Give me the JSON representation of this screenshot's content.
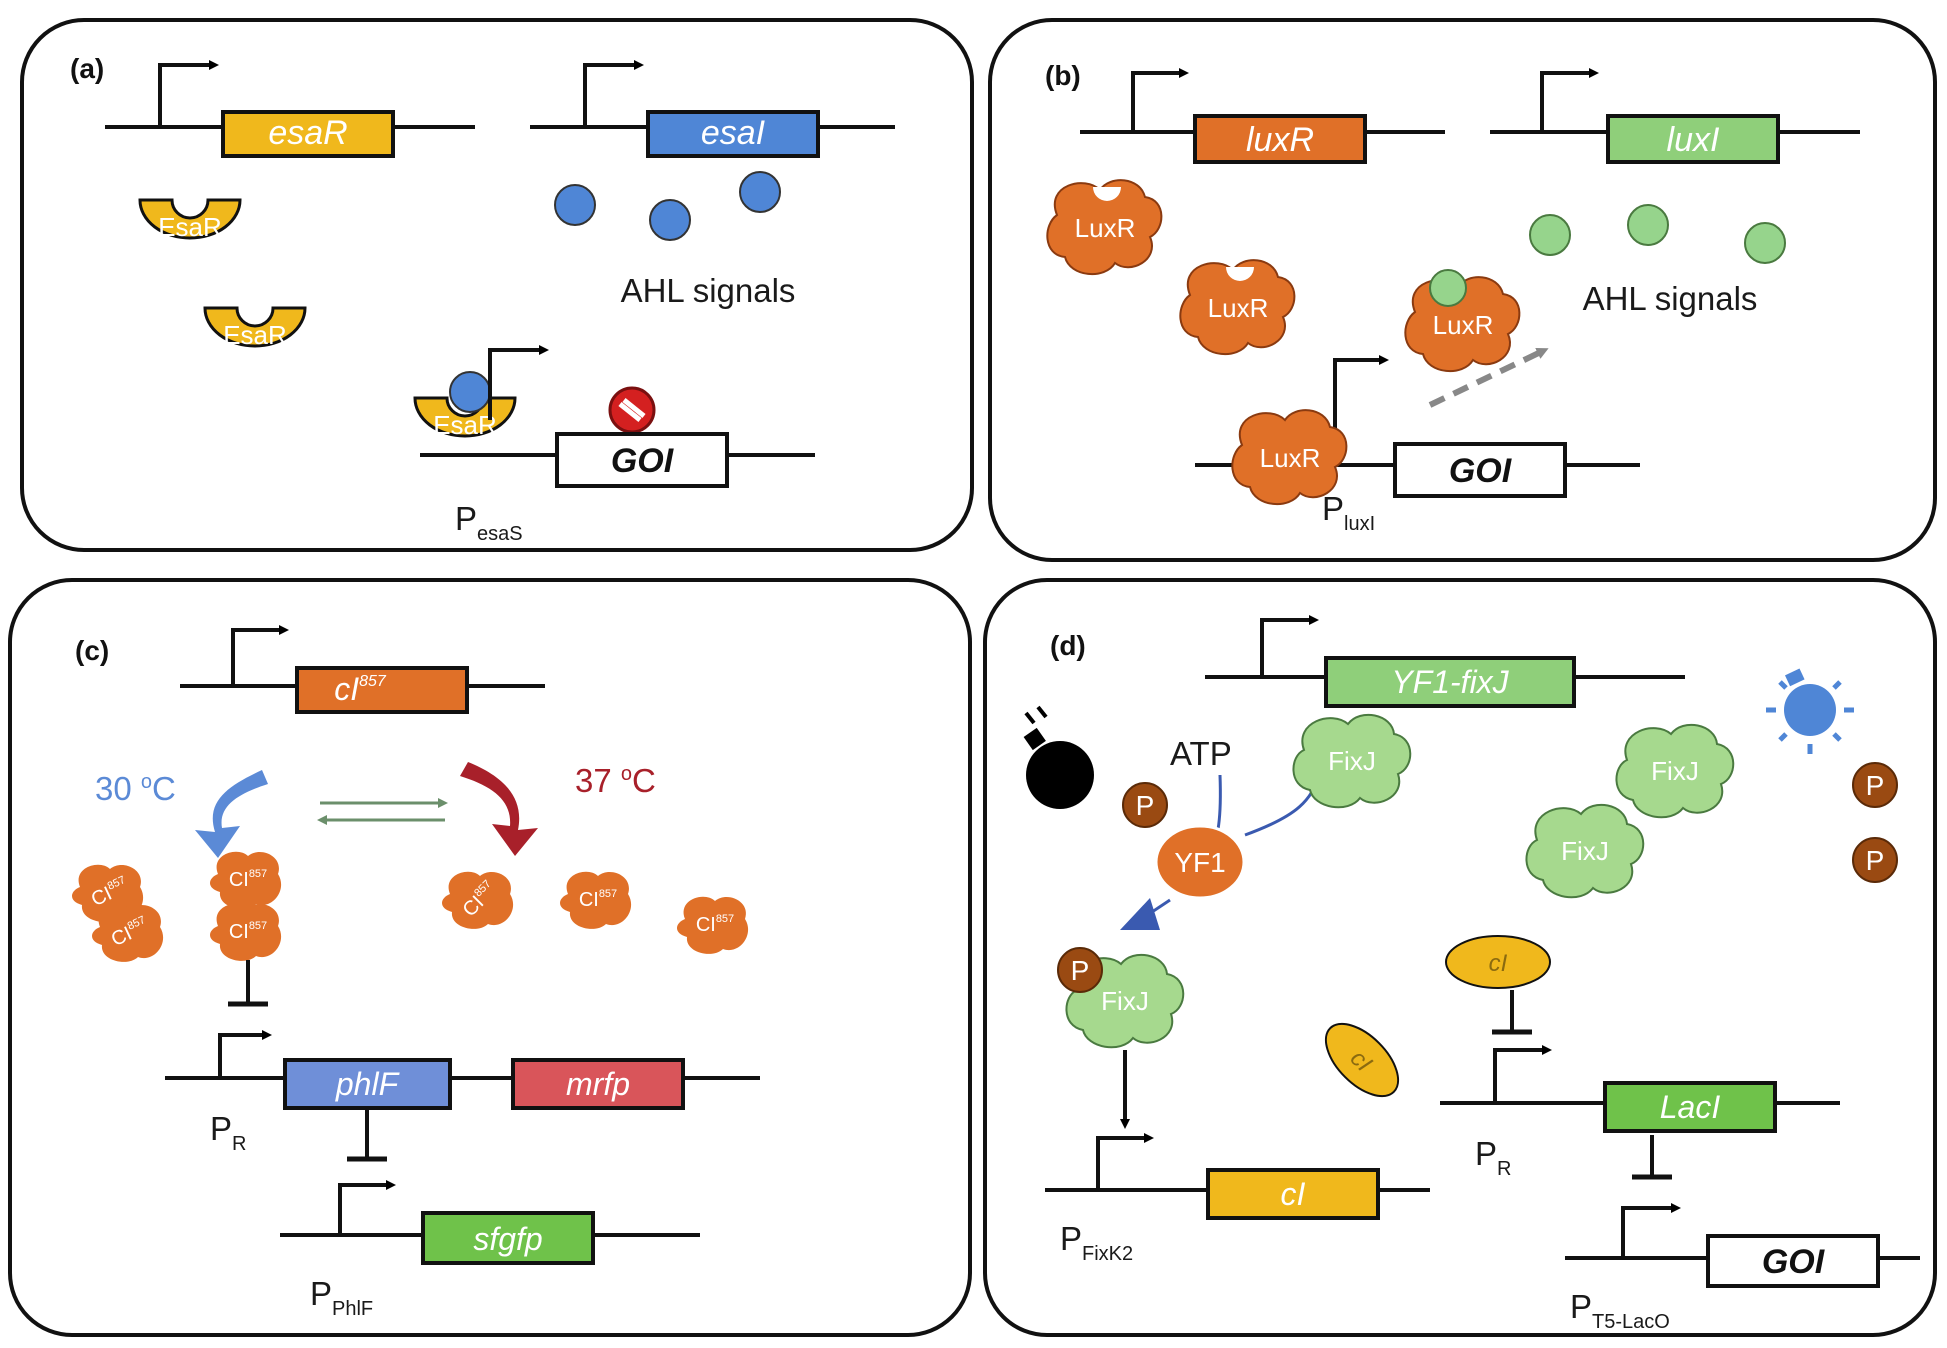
{
  "panels": {
    "a": {
      "letter": "(a)",
      "genes": [
        "esaR",
        "esaI"
      ],
      "protein": "EsaR",
      "signals": "AHL signals",
      "goi": "GOI",
      "promoter": {
        "main": "P",
        "sub": "esaS"
      }
    },
    "b": {
      "letter": "(b)",
      "genes": [
        "luxR",
        "luxI"
      ],
      "protein": "LuxR",
      "signals": "AHL signals",
      "goi": "GOI",
      "promoter": {
        "main": "P",
        "sub": "luxI"
      }
    },
    "c": {
      "letter": "(c)",
      "gene_top": {
        "main": "cI",
        "sup": "857"
      },
      "temp_low": {
        "value": "30 ",
        "sup": "o",
        "unit": "C"
      },
      "temp_high": {
        "value": "37 ",
        "sup": "o",
        "unit": "C"
      },
      "protein": {
        "main": "CI",
        "sup": "857"
      },
      "genes": [
        "phlF",
        "mrfp",
        "sfgfp"
      ],
      "promoter_r": {
        "main": "P",
        "sub": "R"
      },
      "promoter_phlf": {
        "main": "P",
        "sub": "PhlF"
      }
    },
    "d": {
      "letter": "(d)",
      "gene_top": "YF1-fixJ",
      "atp": "ATP",
      "phosphate": "P",
      "yf1": "YF1",
      "fixj": "FixJ",
      "ci_protein": "cI",
      "genes": [
        "cI",
        "LacI"
      ],
      "goi": "GOI",
      "promoter_fixk2": {
        "main": "P",
        "sub": "FixK2"
      },
      "promoter_r": {
        "main": "P",
        "sub": "R"
      },
      "promoter_t5": {
        "main": "P",
        "sub": "T5-LacO"
      }
    }
  },
  "colors": {
    "esa": "#f0b81c",
    "esai": "#4f86d6",
    "signal_blue": "#4f86d6",
    "lux": "#e07028",
    "luxi": "#8fcf7a",
    "signal_green": "#96d48c",
    "ci857": "#e07028",
    "phlf": "#6f8fd8",
    "mrfp": "#d9555a",
    "sfgfp": "#6fc24a",
    "fixj_gene": "#8fcf7a",
    "fixj": "#a6d98e",
    "yf1": "#e07028",
    "phosphate": "#9a4a12",
    "ci": "#f0b81c",
    "laci": "#6fc24a",
    "temp_low": "#5b8ad6",
    "temp_high": "#a8202a"
  }
}
